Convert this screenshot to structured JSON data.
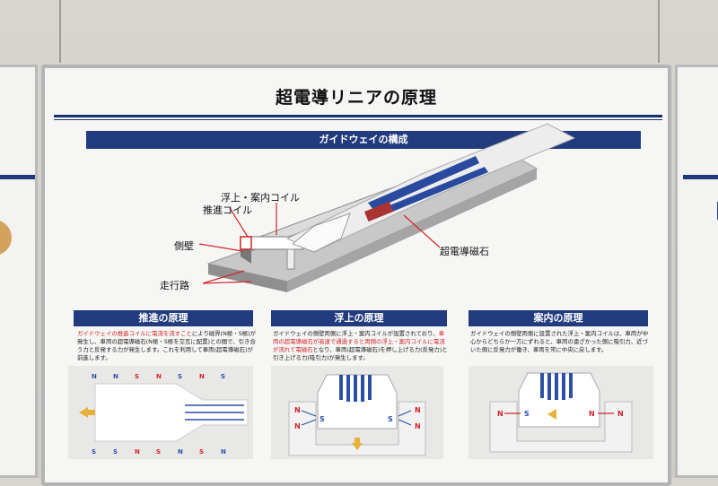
{
  "title": "超電導リニアの原理",
  "section_heading": "ガイドウェイの構成",
  "labels": {
    "levitation_guidance_coil": "浮上・案内コイル",
    "propulsion_coil": "推進コイル",
    "side_wall": "側壁",
    "running_path": "走行路",
    "superconducting_magnet": "超電導磁石"
  },
  "principles": [
    {
      "heading": "推進の原理",
      "desc_red": "ガイドウェイの推進コイルに電流を流すこと",
      "desc_rest": "により磁界(N極・S極)が発生し、車両の超電導磁石(N極・S極を交互に配置)との間で、引き合う力と反発する力が発生します。これを利用して車両(超電導磁石)が前進します。"
    },
    {
      "heading": "浮上の原理",
      "desc_pre": "ガイドウェイの側壁両側に浮上・案内コイルが設置されており、",
      "desc_red": "車両の超電導磁石が高速で通過すると両側の浮上・案内コイルに電流が流れて電磁石",
      "desc_rest": "となり、車両(超電導磁石)を押し上げる力(反発力)と引き上げる力(吸引力)が発生します。"
    },
    {
      "heading": "案内の原理",
      "desc_rest": "ガイドウェイの側壁両側に設置された浮上・案内コイルは、車両が中心からどちらか一方にずれると、車両の遠ざかった側に吸引力、近づいた側に反発力が働き、車両を常に中央に戻します。"
    }
  ],
  "pole_n": "N",
  "pole_s": "S",
  "colors": {
    "navy": "#213b7e",
    "red": "#d3232a",
    "blue": "#2d4fa8",
    "arrow": "#e8b23a"
  }
}
